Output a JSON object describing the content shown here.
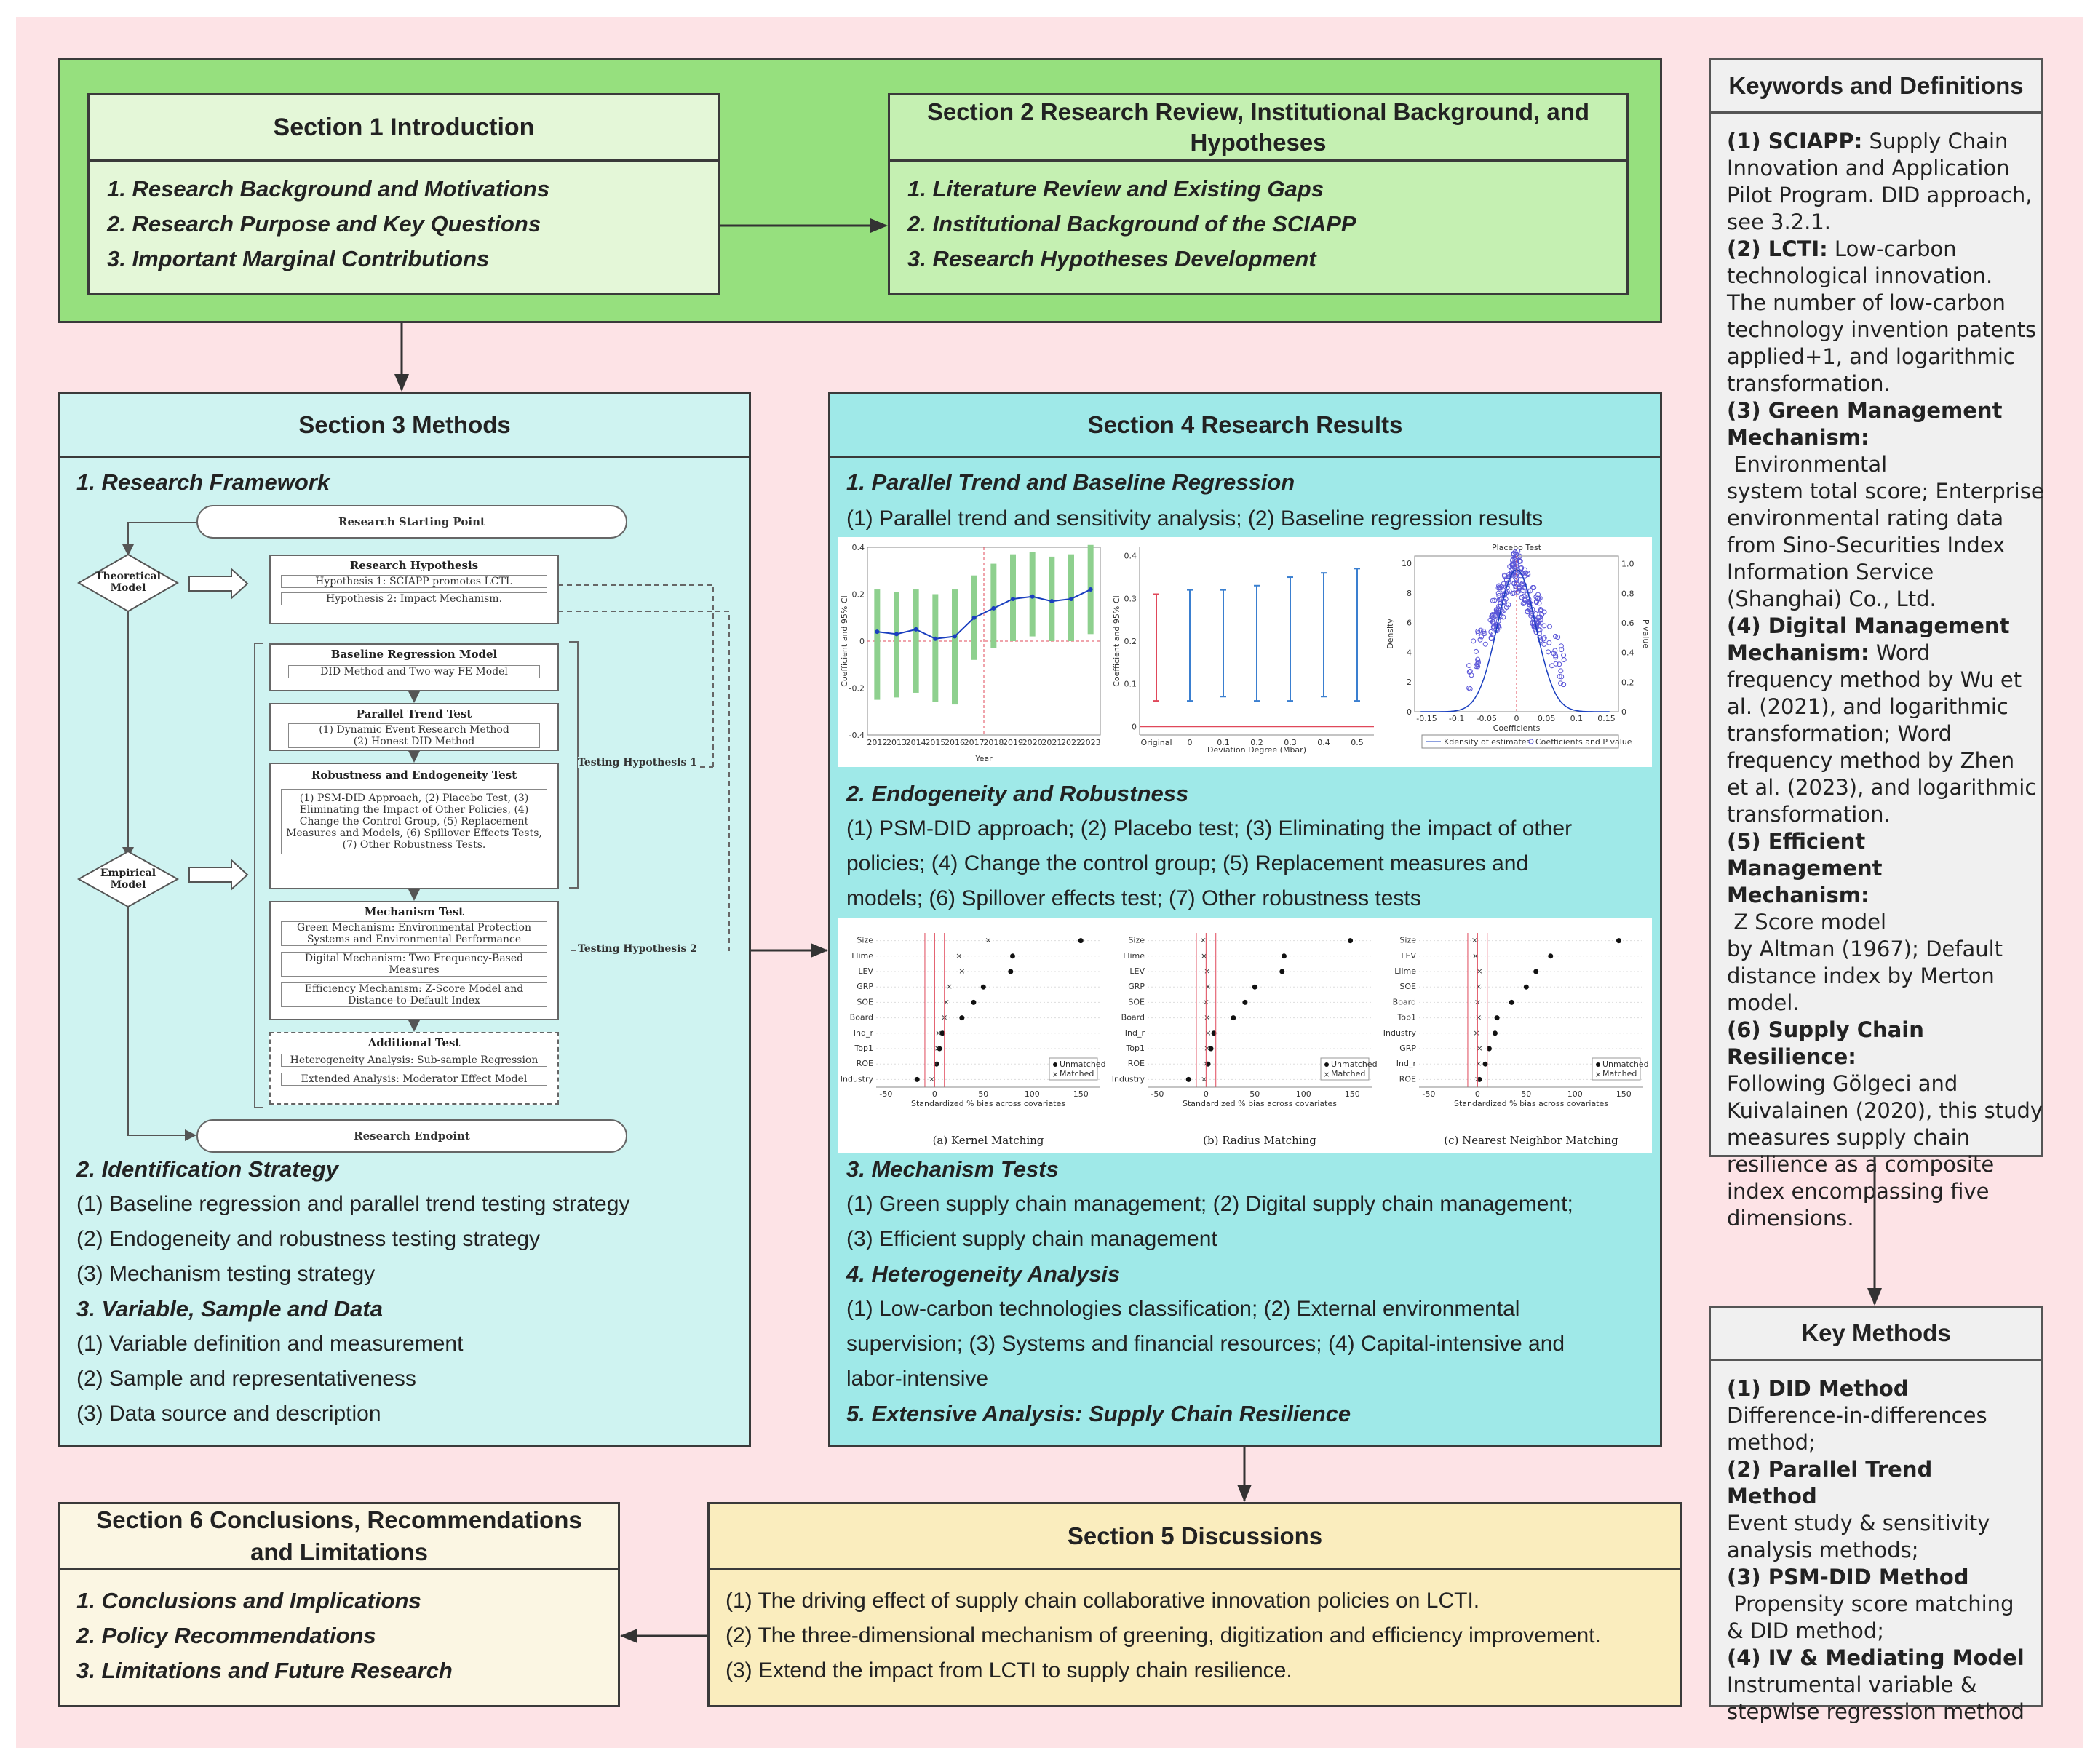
{
  "section1": {
    "title": "Section 1 Introduction",
    "items": [
      "1. Research Background and Motivations",
      "2. Research Purpose and Key Questions",
      "3. Important Marginal Contributions"
    ]
  },
  "section2": {
    "title": "Section 2 Research Review, Institutional Background, and Hypotheses",
    "items": [
      "1. Literature Review and Existing Gaps",
      "2. Institutional Background of the SCIAPP",
      "3. Research Hypotheses Development"
    ]
  },
  "section3": {
    "title": "Section 3 Methods",
    "h1": "1. Research Framework",
    "h2": "2. Identification Strategy",
    "h2_items": [
      "(1) Baseline regression and parallel trend testing strategy",
      "(2) Endogeneity and robustness testing strategy",
      "(3) Mechanism testing strategy"
    ],
    "h3": "3. Variable, Sample and Data",
    "h3_items": [
      "(1) Variable definition and measurement",
      "(2) Sample and representativeness",
      "(3) Data source and description"
    ],
    "framework": {
      "start": "Research Starting Point",
      "end": "Research Endpoint",
      "theoretical": [
        "Theoretical",
        "Model"
      ],
      "empirical": [
        "Empirical",
        "Model"
      ],
      "hypothesis_title": "Research Hypothesis",
      "hypothesis1": "Hypothesis 1: SCIAPP promotes LCTI.",
      "hypothesis2": "Hypothesis 2: Impact Mechanism.",
      "baseline_title": "Baseline Regression Model",
      "baseline_sub": "DID Method and Two-way FE Model",
      "parallel_title": "Parallel Trend Test",
      "parallel_sub1": "(1) Dynamic Event Research Method",
      "parallel_sub2": "(2) Honest DID Method",
      "robust_title": "Robustness and Endogeneity Test",
      "robust_lines": [
        "(1) PSM-DID Approach, (2) Placebo Test, (3)",
        "Eliminating the Impact of Other Policies, (4)",
        "Change the Control Group, (5) Replacement",
        "Measures and Models, (6) Spillover Effects Tests,",
        "(7) Other Robustness Tests."
      ],
      "mechanism_title": "Mechanism Test",
      "mech1": [
        "Green Mechanism: Environmental Protection",
        "Systems and Environmental Performance"
      ],
      "mech2": [
        "Digital Mechanism: Two Frequency-Based",
        "Measures"
      ],
      "mech3": [
        "Efficiency Mechanism: Z-Score Model and",
        "Distance-to-Default Index"
      ],
      "additional_title": "Additional Test",
      "add1": "Heterogeneity Analysis: Sub-sample Regression",
      "add2": "Extended Analysis: Moderator Effect Model",
      "testing1": "Testing Hypothesis 1",
      "testing2": "Testing Hypothesis 2"
    }
  },
  "section4": {
    "title": "Section 4 Research Results",
    "h1": "1. Parallel Trend and Baseline Regression",
    "h1_text": "(1) Parallel trend and sensitivity analysis; (2) Baseline regression results",
    "h2": "2. Endogeneity and Robustness",
    "h2_lines": [
      "(1) PSM-DID approach; (2) Placebo test; (3) Eliminating the impact of other",
      "policies; (4) Change the control group; (5) Replacement measures and",
      "models; (6) Spillover effects test; (7) Other robustness tests"
    ],
    "h3": "3. Mechanism Tests",
    "h3_lines": [
      "(1) Green supply chain management; (2) Digital supply chain management;",
      "(3) Efficient supply chain management"
    ],
    "h4": "4. Heterogeneity Analysis",
    "h4_lines": [
      "(1) Low-carbon technologies classification; (2) External environmental",
      "supervision; (3) Systems and financial resources; (4) Capital-intensive and",
      "labor-intensive"
    ],
    "h5": "5. Extensive Analysis: Supply Chain Resilience",
    "plot1": {
      "ylabel": "Coefficient and 95% CI",
      "xlabel": "Year",
      "yticks": [
        "0.4",
        "0.2",
        "0",
        "-0.2",
        "-0.4"
      ],
      "xticks": [
        "2012",
        "2013",
        "2014",
        "2015",
        "2016",
        "2017",
        "2018",
        "2019",
        "2020",
        "2021",
        "2022",
        "2023"
      ],
      "coef": [
        0.04,
        0.03,
        0.05,
        0.01,
        0.02,
        0.1,
        0.14,
        0.18,
        0.19,
        0.17,
        0.18,
        0.22
      ],
      "lo": [
        -0.25,
        -0.24,
        -0.22,
        -0.26,
        -0.27,
        -0.08,
        -0.03,
        0.0,
        0.02,
        0.0,
        0.0,
        0.03
      ],
      "hi": [
        0.22,
        0.21,
        0.22,
        0.2,
        0.22,
        0.28,
        0.33,
        0.37,
        0.38,
        0.36,
        0.37,
        0.41
      ],
      "bar_color": "#8ed08e",
      "line_color": "#1a3fbf"
    },
    "plot2": {
      "ylabel": "Coefficient and 95% CI",
      "xlabel": "Deviation Degree (Mbar)",
      "yticks": [
        "0.4",
        "0.3",
        "0.2",
        "0.1",
        "0"
      ],
      "xticks": [
        "Original",
        "0",
        "0.1",
        "0.2",
        "0.3",
        "0.4",
        "0.5"
      ],
      "lo": [
        0.06,
        0.06,
        0.07,
        0.06,
        0.06,
        0.07,
        0.06
      ],
      "hi": [
        0.31,
        0.32,
        0.32,
        0.33,
        0.35,
        0.36,
        0.37
      ]
    },
    "plot3": {
      "title": "Placebo Test",
      "xlabel": "Coefficients",
      "ylabel": "Density",
      "y2label": "P value",
      "xticks": [
        "-0.15",
        "-0.1",
        "-0.05",
        "0",
        "0.05",
        "0.1",
        "0.15"
      ],
      "yticks": [
        "10",
        "8",
        "6",
        "4",
        "2",
        "0"
      ],
      "y2ticks": [
        "1.0",
        "0.8",
        "0.6",
        "0.4",
        "0.2",
        "0"
      ],
      "legend1": "Kdensity of estimates",
      "legend2": "Coefficients and P value"
    },
    "balance": {
      "xlabel": "Standardized % bias across covariates",
      "xticks": [
        "-50",
        "0",
        "50",
        "100",
        "150"
      ],
      "legend_unmatched": "Unmatched",
      "legend_matched": "Matched",
      "panels": [
        {
          "caption": "(a) Kernel Matching",
          "vars": [
            "Size",
            "Llime",
            "LEV",
            "GRP",
            "SOE",
            "Board",
            "Ind_r",
            "Top1",
            "ROE",
            "Industry"
          ],
          "unmatched": [
            150,
            80,
            78,
            50,
            40,
            28,
            8,
            5,
            2,
            -18
          ],
          "matched": [
            55,
            25,
            28,
            15,
            12,
            10,
            4,
            3,
            1,
            -3
          ]
        },
        {
          "caption": "(b) Radius Matching",
          "vars": [
            "Size",
            "Llime",
            "LEV",
            "GRP",
            "SOE",
            "Board",
            "Ind_r",
            "Top1",
            "ROE",
            "Industry"
          ],
          "unmatched": [
            148,
            80,
            78,
            50,
            40,
            28,
            8,
            5,
            2,
            -18
          ],
          "matched": [
            -3,
            -2,
            1,
            2,
            0,
            1,
            2,
            1,
            0,
            -2
          ]
        },
        {
          "caption": "(c) Nearest Neighbor Matching",
          "vars": [
            "Size",
            "LEV",
            "Llime",
            "SOE",
            "Board",
            "Top1",
            "Industry",
            "GRP",
            "Ind_r",
            "ROE"
          ],
          "unmatched": [
            145,
            75,
            60,
            50,
            35,
            20,
            18,
            12,
            8,
            2
          ],
          "matched": [
            -3,
            -2,
            2,
            1,
            0,
            1,
            -1,
            2,
            1,
            0
          ]
        }
      ]
    }
  },
  "section5": {
    "title": "Section 5 Discussions",
    "items": [
      "(1) The driving effect of supply chain collaborative innovation policies on LCTI.",
      "(2) The three-dimensional mechanism of greening, digitization and efficiency improvement.",
      "(3) Extend the impact from LCTI to supply chain resilience."
    ]
  },
  "section6": {
    "title_lines": [
      "Section 6 Conclusions, Recommendations",
      "and Limitations"
    ],
    "items": [
      "1. Conclusions and Implications",
      "2. Policy Recommendations",
      "3. Limitations and Future Research"
    ]
  },
  "keywords": {
    "title": "Keywords and Definitions",
    "entries": [
      {
        "label": "(1) SCIAPP:",
        "lines": [
          " Supply Chain",
          "Innovation and Application",
          "Pilot Program. DID approach,",
          "see 3.2.1."
        ]
      },
      {
        "label": "(2) LCTI:",
        "lines": [
          " Low-carbon",
          "technological innovation.",
          "The number of low-carbon",
          "technology invention patents",
          "applied+1, and logarithmic",
          "transformation."
        ]
      },
      {
        "label": "(3) Green Management",
        "label2": "Mechanism:",
        "lines": [
          " Environmental",
          "system total score; Enterprise",
          "environmental rating data",
          "from Sino-Securities Index",
          "Information Service",
          "(Shanghai) Co., Ltd."
        ]
      },
      {
        "label": "(4) Digital Management",
        "label2": "Mechanism:",
        "lines": [
          " Word",
          "frequency method by Wu et",
          "al. (2021), and logarithmic",
          "transformation; Word",
          "frequency method by Zhen",
          "et al. (2023), and logarithmic",
          "transformation."
        ]
      },
      {
        "label": "(5) Efficient Management",
        "label2": "Mechanism:",
        "lines": [
          " Z Score model",
          "by Altman (1967); Default",
          "distance index by Merton",
          "model."
        ]
      },
      {
        "label": "(6) Supply Chain Resilience:",
        "lines": [
          "Following Gölgeci and",
          "Kuivalainen (2020), this study",
          "measures supply chain",
          "resilience as a composite",
          "index encompassing five",
          "dimensions."
        ]
      }
    ]
  },
  "key_methods": {
    "title": "Key Methods",
    "entries": [
      {
        "label": "(1) DID Method",
        "lines": [
          "Difference-in-differences",
          "method;"
        ]
      },
      {
        "label": "(2) Parallel Trend Method",
        "lines": [
          "Event study & sensitivity",
          "analysis methods;"
        ]
      },
      {
        "label": "(3) PSM-DID Method",
        "lines": [
          " Propensity score matching",
          "& DID method;"
        ]
      },
      {
        "label": "(4) IV & Mediating Model",
        "lines": [
          "Instrumental variable &",
          "stepwise regression method"
        ]
      }
    ]
  },
  "colors": {
    "background": "#fde3e6",
    "top_band": "#96e07e",
    "section3": "#cff3f1",
    "section4": "#9fe9e8",
    "section5": "#faedbe",
    "section6": "#fbf6e3",
    "side": "#f0f0f0",
    "ref_line": "#e0485a",
    "ci_blue": "#3a7fd0"
  }
}
